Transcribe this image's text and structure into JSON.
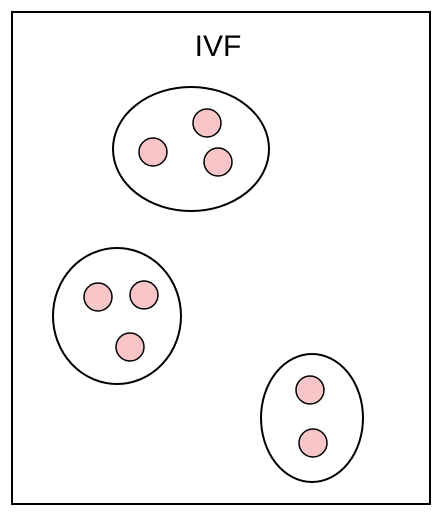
{
  "diagram": {
    "title": "IVF",
    "colors": {
      "frame_stroke": "#000000",
      "cell_fill": "#f8c6c8",
      "cell_stroke": "#000000",
      "text": "#000000"
    },
    "groups": [
      {
        "name": "group-1",
        "cell_count": 3
      },
      {
        "name": "group-2",
        "cell_count": 3
      },
      {
        "name": "group-3",
        "cell_count": 2
      }
    ]
  }
}
